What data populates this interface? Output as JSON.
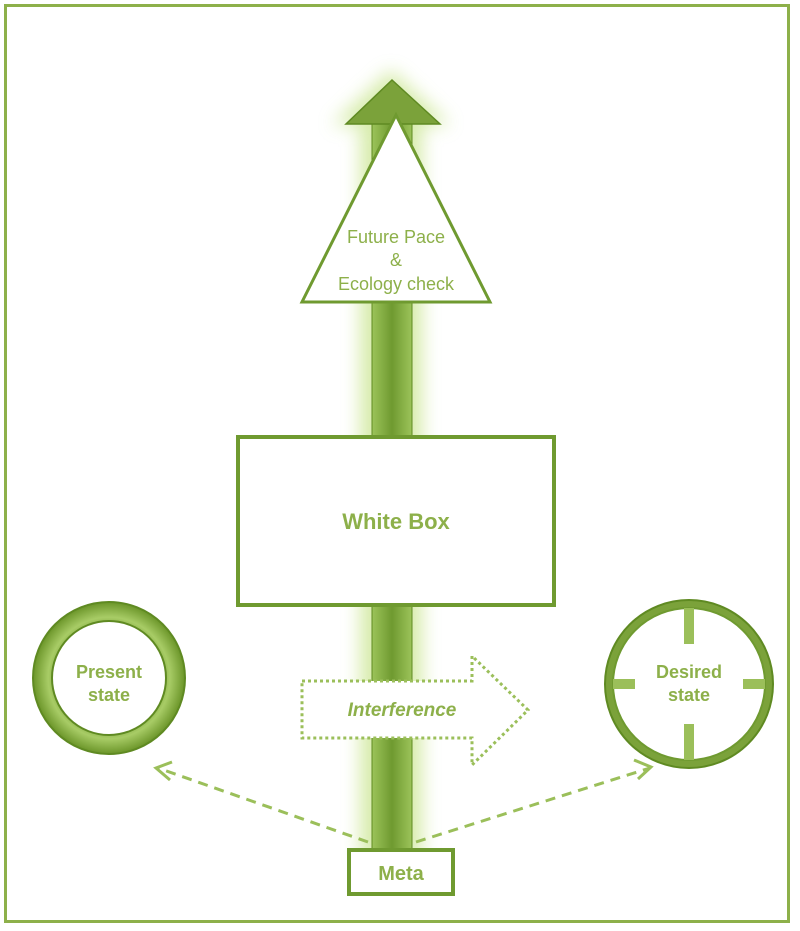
{
  "diagram": {
    "future": {
      "line1": "Future Pace",
      "line2": "&",
      "line3": "Ecology check"
    },
    "white_box": "White Box",
    "present_state": {
      "line1": "Present",
      "line2": "state"
    },
    "desired_state": {
      "line1": "Desired",
      "line2": "state"
    },
    "interference": "Interference",
    "meta": "Meta"
  },
  "colors": {
    "frame": "#8db04a",
    "shaft": "#7ba23a",
    "text": "#8db04a",
    "dashed": "#9bbf5a"
  }
}
